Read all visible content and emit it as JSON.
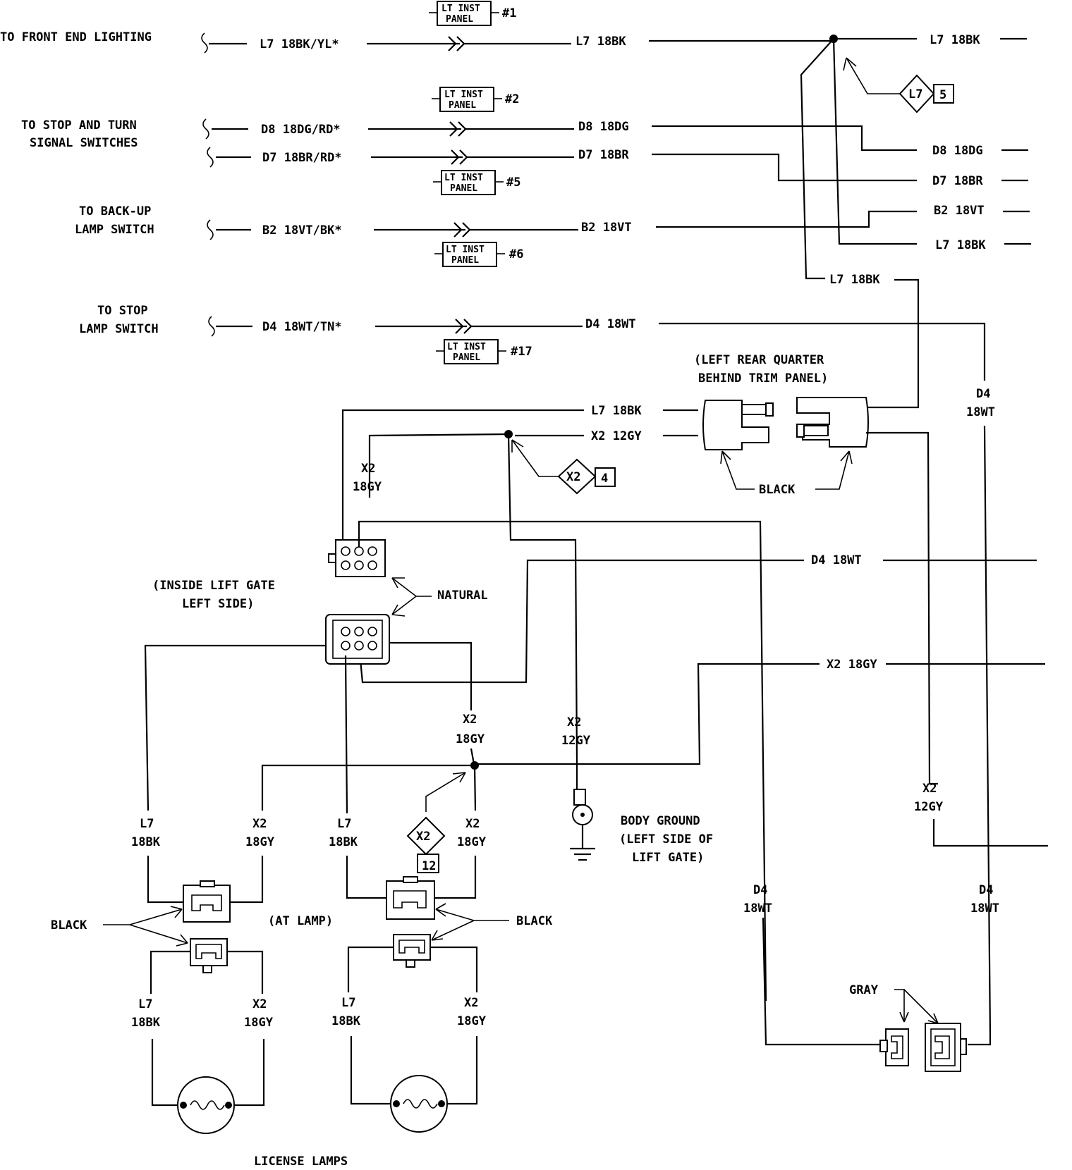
{
  "colors": {
    "ink": "#000000",
    "paper": "#ffffff"
  },
  "left_labels": {
    "front_end": "TO FRONT END LIGHTING",
    "stop_turn_1": "TO STOP AND TURN",
    "stop_turn_2": "SIGNAL SWITCHES",
    "backup_1": "TO BACK-UP",
    "backup_2": "LAMP SWITCH",
    "stop_lamp_1": "TO STOP",
    "stop_lamp_2": "LAMP SWITCH"
  },
  "in_wires": {
    "l7": "L7 18BK/YL*",
    "d8": "D8 18DG/RD*",
    "d7": "D7 18BR/RD*",
    "b2": "B2 18VT/BK*",
    "d4": "D4 18WT/TN*"
  },
  "out_wires": {
    "l7": "L7 18BK",
    "d8": "D8 18DG",
    "d7": "D7 18BR",
    "b2": "B2 18VT",
    "d4": "D4 18WT"
  },
  "panel_connectors": [
    {
      "line1": "LT INST",
      "line2": "PANEL",
      "num": "#1"
    },
    {
      "line1": "LT INST",
      "line2": "PANEL",
      "num": "#2"
    },
    {
      "line1": "LT INST",
      "line2": "PANEL",
      "num": "#5"
    },
    {
      "line1": "LT INST",
      "line2": "PANEL",
      "num": "#6"
    },
    {
      "line1": "LT INST",
      "line2": "PANEL",
      "num": "#17"
    }
  ],
  "right_wires": {
    "l7_top": "L7 18BK",
    "d8": "D8 18DG",
    "d7": "D7 18BR",
    "b2": "B2 18VT",
    "l7_mid": "L7 18BK",
    "l7_drop": "L7 18BK"
  },
  "splices": {
    "l7_code": "L7",
    "l7_num": "5",
    "x2_code": "X2",
    "x2_num": "4",
    "x2b_code": "X2",
    "x2b_num": "12"
  },
  "quarter": {
    "line1": "(LEFT REAR QUARTER",
    "line2": "BEHIND TRIM PANEL)",
    "color": "BLACK",
    "l7": "L7 18BK",
    "x2": "X2 12GY"
  },
  "d4_right": {
    "code": "D4",
    "gauge": "18WT"
  },
  "liftgate": {
    "line1": "(INSIDE LIFT GATE",
    "line2": "LEFT SIDE)",
    "natural": "NATURAL",
    "x2_upper_code": "X2",
    "x2_upper_gauge": "18GY",
    "d4": "D4 18WT",
    "x2_right": "X2 18GY",
    "x2_mid_code": "X2",
    "x2_mid_gauge": "18GY",
    "x2_gnd_code": "X2",
    "x2_gnd_gauge": "12GY",
    "x2_far_code": "X2",
    "x2_far_gauge": "12GY"
  },
  "ground": {
    "line1": "BODY GROUND",
    "line2": "(LEFT SIDE OF",
    "line3": "LIFT GATE)"
  },
  "lamps": {
    "l7_code": "L7",
    "l7_gauge": "18BK",
    "x2_code": "X2",
    "x2_gauge": "18GY",
    "at_lamp": "(AT LAMP)",
    "black": "BLACK",
    "title": "LICENSE LAMPS"
  },
  "gray": {
    "label": "GRAY",
    "d4_code": "D4",
    "d4_gauge": "18WT"
  }
}
